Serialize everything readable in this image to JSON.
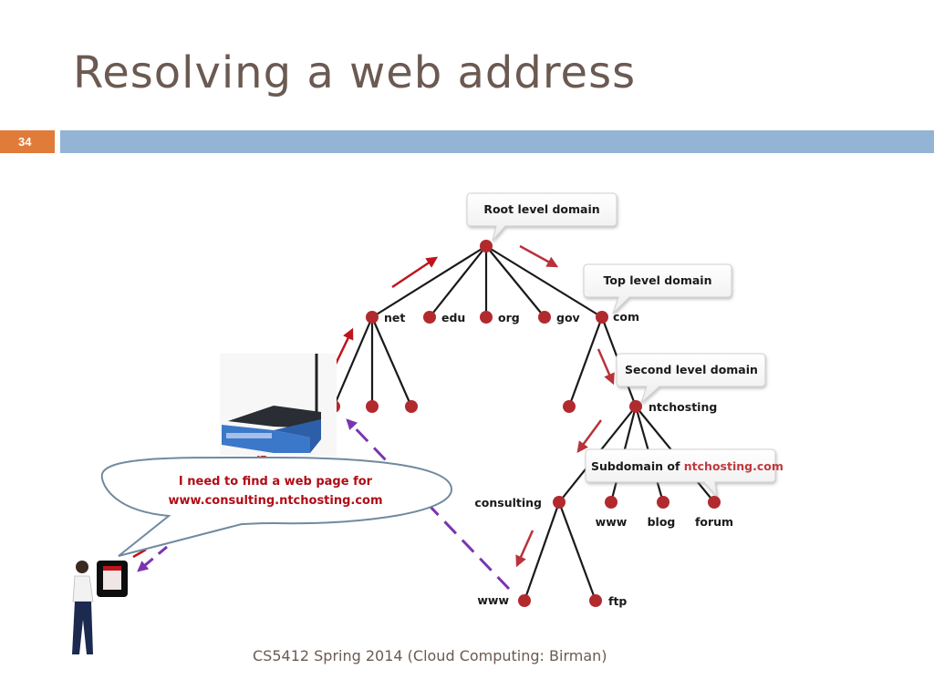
{
  "slide": {
    "title": "Resolving a web address",
    "number": "34",
    "footer": "CS5412 Spring 2014 (Cloud Computing: Birman)"
  },
  "colors": {
    "title": "#6b5a52",
    "number_box": "#e07b39",
    "band": "#93b4d5",
    "node": "#b22a2e",
    "arrow_red": "#c0141c",
    "arrow_purple": "#7a35b0",
    "highlight_text": "#c0393f",
    "bubble_text": "#b00d16"
  },
  "diagram": {
    "callouts": {
      "root": "Root level domain",
      "top": "Top level domain",
      "second": "Second level domain",
      "sub_prefix": "Subdomain of ",
      "sub_highlight": "ntchosting.com"
    },
    "tld_labels": [
      "net",
      "edu",
      "org",
      "gov",
      "com"
    ],
    "second_label": "ntchosting",
    "sub_labels": [
      "consulting",
      "www",
      "blog",
      "forum"
    ],
    "leaf_labels": [
      "www",
      "ftp"
    ],
    "speech_bubble": {
      "line1": "I need to find a web page for",
      "line2": "www.consulting.ntchosting.com"
    },
    "images": [
      "router",
      "woman-with-tablet"
    ]
  }
}
